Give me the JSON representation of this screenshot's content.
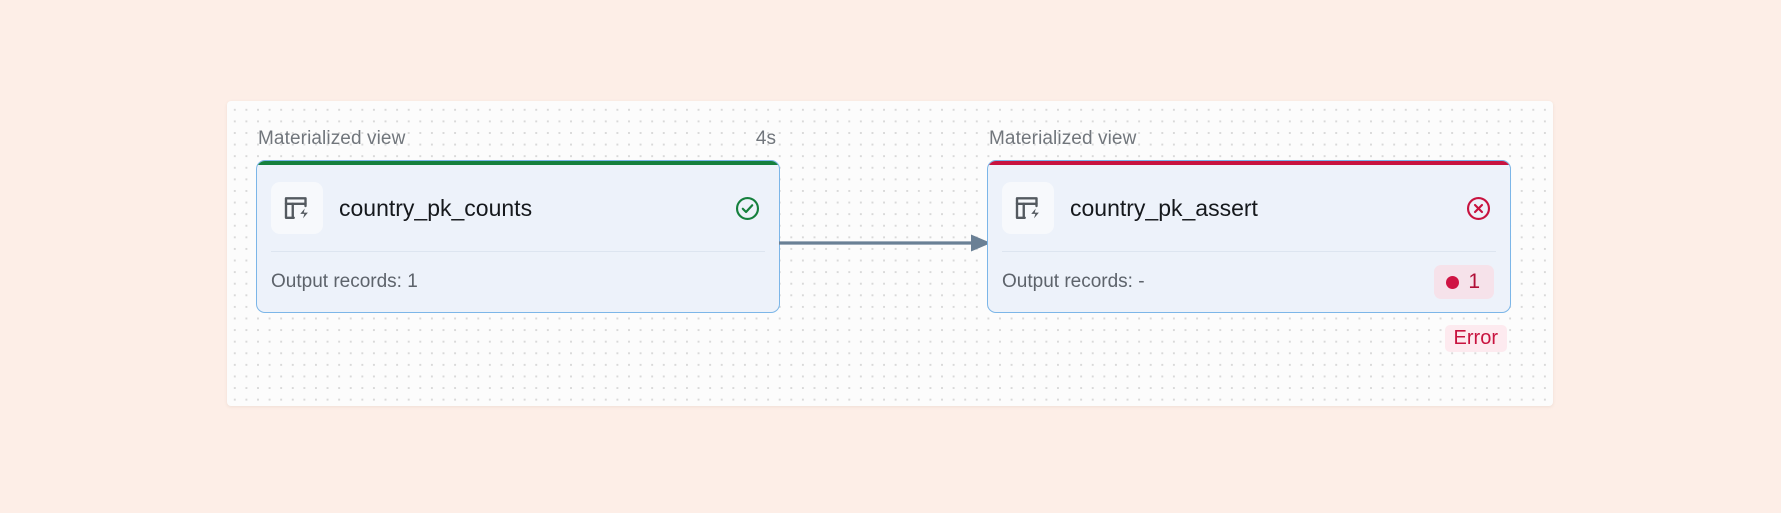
{
  "canvas": {
    "background_color": "#fcfcfc",
    "page_background_color": "#fdeee7",
    "grid": "dotted"
  },
  "edges": [
    {
      "name": "edge-counts-to-assert",
      "from": "country_pk_counts",
      "to": "country_pk_assert",
      "color": "#6a8095"
    }
  ],
  "nodes": [
    {
      "id": "country_pk_counts",
      "type_label": "Materialized view",
      "duration": "4s",
      "title": "country_pk_counts",
      "icon": "materialized-view-icon",
      "status": "success",
      "status_icon": "check-circle-icon",
      "status_color": "#15803d",
      "accent_color": "#15803d",
      "output_records_label": "Output records: 1",
      "badge": null,
      "status_chip": null
    },
    {
      "id": "country_pk_assert",
      "type_label": "Materialized view",
      "duration": "",
      "title": "country_pk_assert",
      "icon": "materialized-view-icon",
      "status": "error",
      "status_icon": "x-circle-icon",
      "status_color": "#c8133f",
      "accent_color": "#c8133f",
      "output_records_label": "Output records: -",
      "badge": {
        "dot_color": "#cf1444",
        "value": "1"
      },
      "status_chip": {
        "label": "Error",
        "color": "#c8133f",
        "background": "#fdeaef"
      }
    }
  ]
}
